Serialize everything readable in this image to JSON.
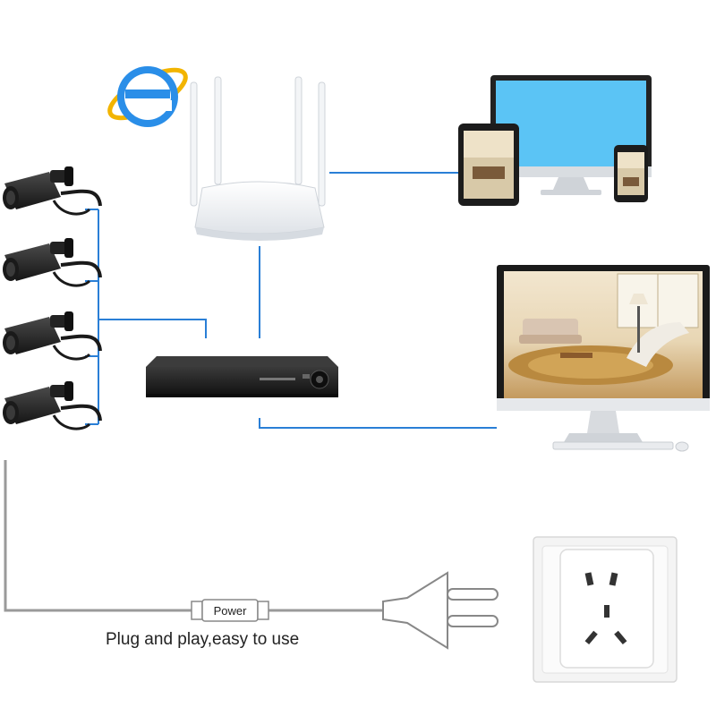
{
  "labels": {
    "power": "Power",
    "caption": "Plug and play,easy to use"
  },
  "colors": {
    "link_line": "#2a7fd6",
    "power_cable": "#9a9a9a",
    "screen_blue": "#5bc4f5",
    "camera_body": "#2b2b2b",
    "nvr_body": "#1f1f1f",
    "router_body": "#f2f4f6",
    "outlet_plate": "#f4f4f4"
  },
  "devices": {
    "cameras": {
      "count": 4,
      "icon": "bullet-camera-icon"
    },
    "router": {
      "icon": "wifi-router-icon",
      "antennas": 4
    },
    "browser": {
      "icon": "internet-explorer-icon"
    },
    "nvr": {
      "icon": "nvr-recorder-icon"
    },
    "mobile": [
      "monitor-icon",
      "tablet-icon",
      "phone-icon"
    ],
    "display": {
      "icon": "desktop-monitor-icon"
    },
    "plug": {
      "icon": "power-plug-icon"
    },
    "outlet": {
      "icon": "wall-outlet-icon"
    }
  }
}
